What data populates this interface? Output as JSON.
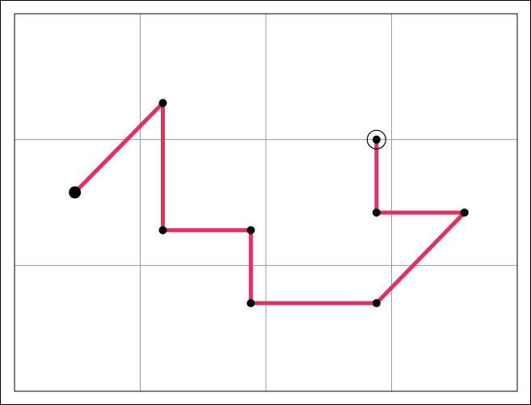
{
  "canvas": {
    "background": "#ffffff",
    "frame_color": "#000000",
    "grid_color": "#9a9a9a"
  },
  "grid": {
    "columns": 4,
    "rows": 3
  },
  "path": {
    "color": "#e0325f",
    "vertices": [
      {
        "col": 0.48,
        "row": 1.42,
        "kind": "start"
      },
      {
        "col": 1.18,
        "row": 0.71,
        "kind": "node"
      },
      {
        "col": 1.18,
        "row": 1.72,
        "kind": "node"
      },
      {
        "col": 1.88,
        "row": 1.72,
        "kind": "node"
      },
      {
        "col": 1.88,
        "row": 2.3,
        "kind": "node"
      },
      {
        "col": 2.88,
        "row": 2.3,
        "kind": "node"
      },
      {
        "col": 3.58,
        "row": 1.58,
        "kind": "node"
      },
      {
        "col": 2.88,
        "row": 1.58,
        "kind": "node"
      },
      {
        "col": 2.88,
        "row": 1.0,
        "kind": "end"
      }
    ]
  },
  "markers": {
    "dot_color": "#000000",
    "start_icon": "filled-circle-large",
    "node_icon": "filled-circle",
    "end_icon": "target-circle"
  }
}
